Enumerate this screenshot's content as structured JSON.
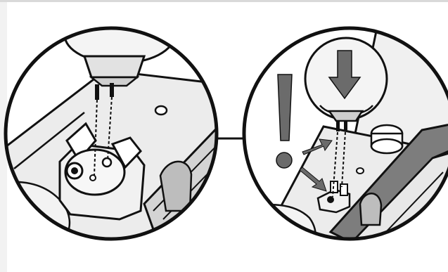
{
  "figure": {
    "panels": [
      {
        "id": "detail-left",
        "content": "bulb-socket-alignment"
      },
      {
        "id": "detail-right",
        "content": "bulb-insert-press-down"
      }
    ],
    "icons": {
      "caution": "exclamation-mark-icon",
      "press": "down-arrow-icon",
      "pointer": "pointer-arrow-icon"
    },
    "colors": {
      "outline": "#111111",
      "fill_light": "#e6e6e6",
      "fill_mid": "#cfcfcf",
      "fill_dark": "#8a8a8a",
      "arrow_gray": "#6b6b6b",
      "background": "#ffffff"
    }
  }
}
